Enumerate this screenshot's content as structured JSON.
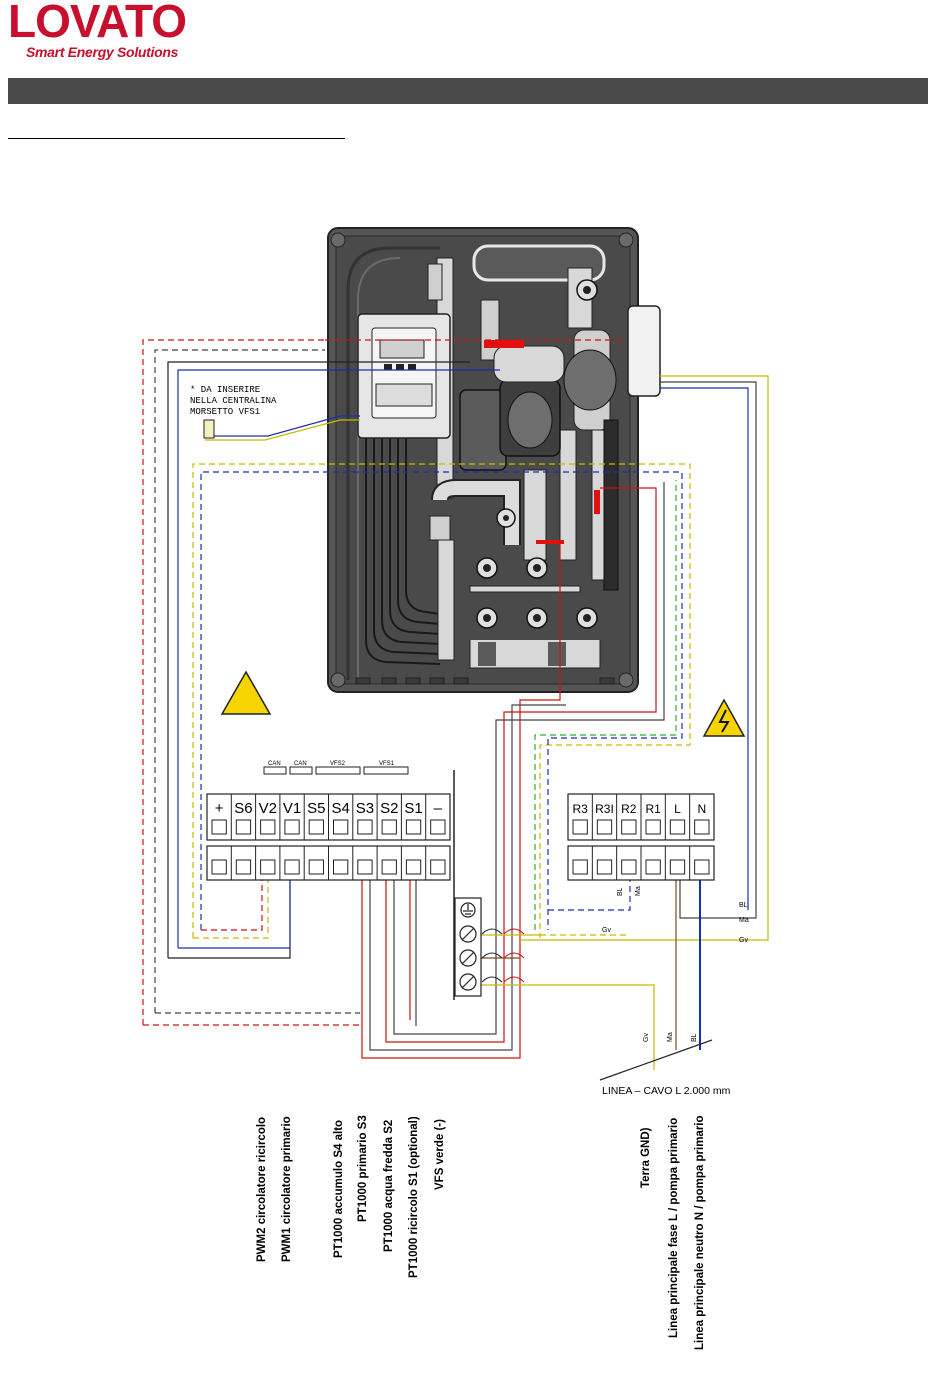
{
  "header": {
    "brand": "LOVATO",
    "tagline": "Smart Energy Solutions"
  },
  "colors": {
    "brand_red": "#c8102e",
    "bar": "#4a4a4a",
    "wire_red": "#d01010",
    "wire_blue": "#1a2fb0",
    "wire_yellow": "#c9b800",
    "wire_green": "#2bb02b",
    "wire_brown": "#7a4a20"
  },
  "note": {
    "line1": "* DA INSERIRE",
    "line2": "NELLA CENTRALINA",
    "line3": "MORSETTO VFS1"
  },
  "connector_labels": [
    "CAN",
    "CAN",
    "VFS2",
    "VFS1"
  ],
  "left_terminals": [
    "+",
    "S6",
    "V2",
    "V1",
    "S5",
    "S4",
    "S3",
    "S2",
    "S1",
    "–"
  ],
  "right_terminals": [
    "R3",
    "R3I",
    "R2",
    "R1",
    "L",
    "N"
  ],
  "wire_codes": {
    "bl": "BL",
    "ma": "Ma",
    "gv": "Gv"
  },
  "cable_label": "LINEA – CAVO L 2.000 mm",
  "bottom_labels_left": [
    "PWM2 circolatore ricircolo",
    "PWM1 circolatore primario",
    "PT1000 accumulo S4 alto",
    "PT1000 primario S3",
    "PT1000 acqua fredda S2",
    "PT1000 ricircolo S1 (optional)",
    "VFS verde (-)"
  ],
  "bottom_labels_right": [
    "Terra GND)",
    "Linea principale fase L / pompa primario",
    "Linea principale neutro N / pompa primario"
  ]
}
